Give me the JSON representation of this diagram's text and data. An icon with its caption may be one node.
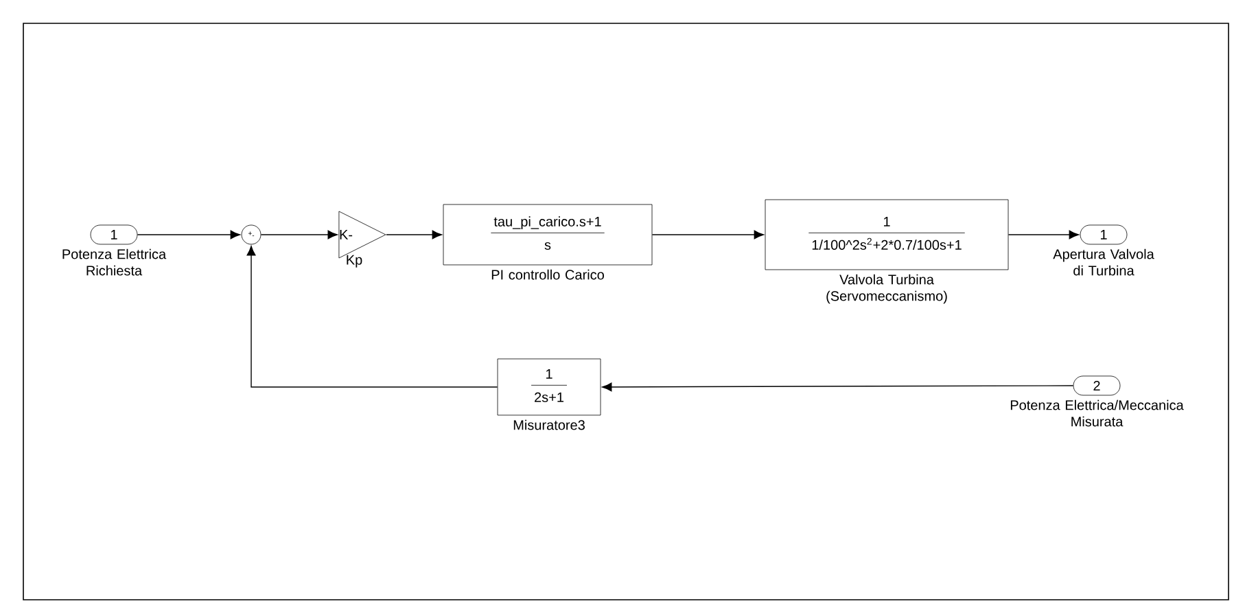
{
  "diagram": {
    "nodes": [
      {
        "text": [
          "1"
        ],
        "beside": [
          "Potenza Elettrica Richiesta"
        ]
      },
      {
        "text": [
          "+",
          "-"
        ]
      },
      {
        "text": [
          "K-"
        ],
        "beside": [
          "Kp"
        ]
      },
      {
        "text": [
          "tau_pi_carico.s+1",
          "s"
        ],
        "beside": [
          "PI controllo Carico"
        ]
      },
      {
        "text": [
          "1",
          "1/100^2s$^{2}$+2*0.7/100s+1"
        ],
        "beside": [
          "Valvola Turbina (Servomeccanismo)"
        ]
      },
      {
        "text": [
          "1"
        ],
        "beside": [
          "Apertura Valvola di Turbina"
        ]
      },
      {
        "text": [
          "1",
          "2s+1"
        ],
        "beside": [
          "Misuratore3"
        ]
      },
      {
        "text": [
          "2"
        ],
        "beside": [
          "Potenza Elettrica/Meccanica Misurata"
        ]
      }
    ],
    "edges": [
      {
        "from": 0,
        "to": 1,
        "arrow": "to"
      },
      {
        "from": 1,
        "to": 2,
        "arrow": "to"
      },
      {
        "from": 2,
        "to": 3,
        "arrow": "to"
      },
      {
        "from": 3,
        "to": 4,
        "arrow": "to"
      },
      {
        "from": 4,
        "to": 5,
        "arrow": "to"
      },
      {
        "from": 7,
        "to": 6,
        "arrow": "to"
      },
      {
        "from": 6,
        "to": 1,
        "arrow": "to"
      }
    ]
  }
}
